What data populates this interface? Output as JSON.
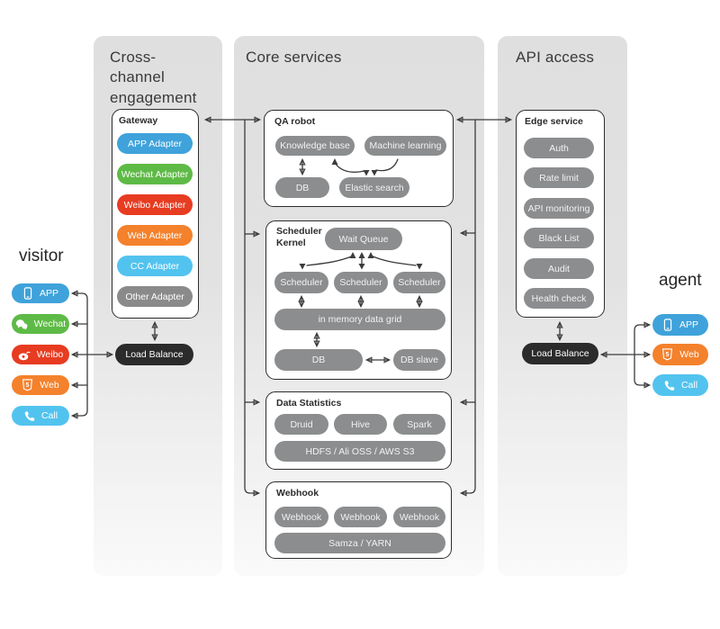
{
  "visitor": {
    "title": "visitor",
    "channels": [
      {
        "label": "APP",
        "icon": "mobile-phone-icon",
        "color": "#3fa2da"
      },
      {
        "label": "Wechat",
        "icon": "wechat-icon",
        "color": "#5eba46"
      },
      {
        "label": "Weibo",
        "icon": "weibo-icon",
        "color": "#e73c21"
      },
      {
        "label": "Web",
        "icon": "html5-icon",
        "color": "#f4812c"
      },
      {
        "label": "Call",
        "icon": "call-icon",
        "color": "#52c3ef"
      }
    ]
  },
  "agent": {
    "title": "agent",
    "channels": [
      {
        "label": "APP",
        "icon": "mobile-phone-icon",
        "color": "#3fa2da"
      },
      {
        "label": "Web",
        "icon": "html5-icon",
        "color": "#f4812c"
      },
      {
        "label": "Call",
        "icon": "call-icon",
        "color": "#52c3ef"
      }
    ]
  },
  "cross_channel": {
    "title": "Cross-channel engagement",
    "gateway": {
      "label": "Gateway",
      "adapters": [
        {
          "label": "APP Adapter",
          "color": "#3fa2da"
        },
        {
          "label": "Wechat Adapter",
          "color": "#5eba46"
        },
        {
          "label": "Weibo Adapter",
          "color": "#e73c21"
        },
        {
          "label": "Web Adapter",
          "color": "#f4812c"
        },
        {
          "label": "CC Adapter",
          "color": "#52c3ef"
        },
        {
          "label": "Other Adapter",
          "color": "#8a8a8a"
        }
      ]
    },
    "load_balance": {
      "label": "Load Balance",
      "color": "#2b2b2b"
    }
  },
  "core": {
    "title": "Core services",
    "qa_robot": {
      "label": "QA robot",
      "knowledge_base": "Knowledge base",
      "machine_learning": "Machine learning",
      "db": "DB",
      "elastic_search": "Elastic search"
    },
    "scheduler_kernel": {
      "label": "Scheduler Kernel",
      "wait_queue": "Wait Queue",
      "schedulers": [
        "Scheduler",
        "Scheduler",
        "Scheduler"
      ],
      "data_grid": "in memory data grid",
      "db": "DB",
      "db_slave": "DB slave"
    },
    "data_statistics": {
      "label": "Data Statistics",
      "engines": [
        "Druid",
        "Hive",
        "Spark"
      ],
      "storage": "HDFS / Ali OSS / AWS S3"
    },
    "webhook": {
      "label": "Webhook",
      "hooks": [
        "Webhook",
        "Webhook",
        "Webhook"
      ],
      "runtime": "Samza / YARN"
    }
  },
  "api": {
    "title": "API access",
    "edge_service": {
      "label": "Edge service",
      "features": [
        "Auth",
        "Rate limit",
        "API monitoring",
        "Black List",
        "Audit",
        "Health check"
      ]
    },
    "load_balance": {
      "label": "Load Balance",
      "color": "#2b2b2b"
    }
  },
  "colors": {
    "node_gray": "#8b8d8e",
    "connector": "#3b3b3b"
  }
}
